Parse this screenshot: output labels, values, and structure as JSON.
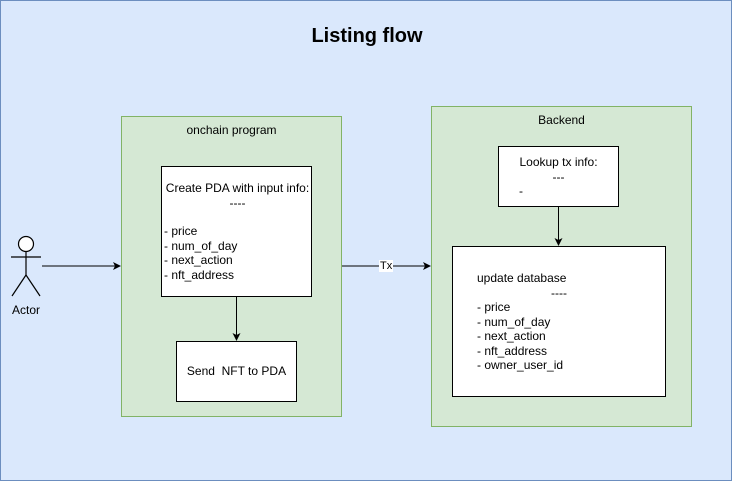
{
  "title": "Listing flow",
  "actor": {
    "label": "Actor"
  },
  "onchain": {
    "label": "onchain program",
    "create_box": {
      "heading": "Create PDA with input info:",
      "separator": "----",
      "fields": [
        "- price",
        "- num_of_day",
        "- next_action",
        "- nft_address"
      ]
    },
    "send_box": {
      "label": "Send  NFT to PDA"
    }
  },
  "backend": {
    "label": "Backend",
    "lookup_box": {
      "heading": "Lookup tx info:",
      "separator": "---",
      "fields": [
        "-"
      ]
    },
    "update_box": {
      "heading": "update database",
      "separator": "----",
      "fields": [
        "- price",
        "- num_of_day",
        "- next_action",
        "- nft_address",
        "- owner_user_id"
      ]
    }
  },
  "edges": {
    "tx_label": "Tx"
  }
}
